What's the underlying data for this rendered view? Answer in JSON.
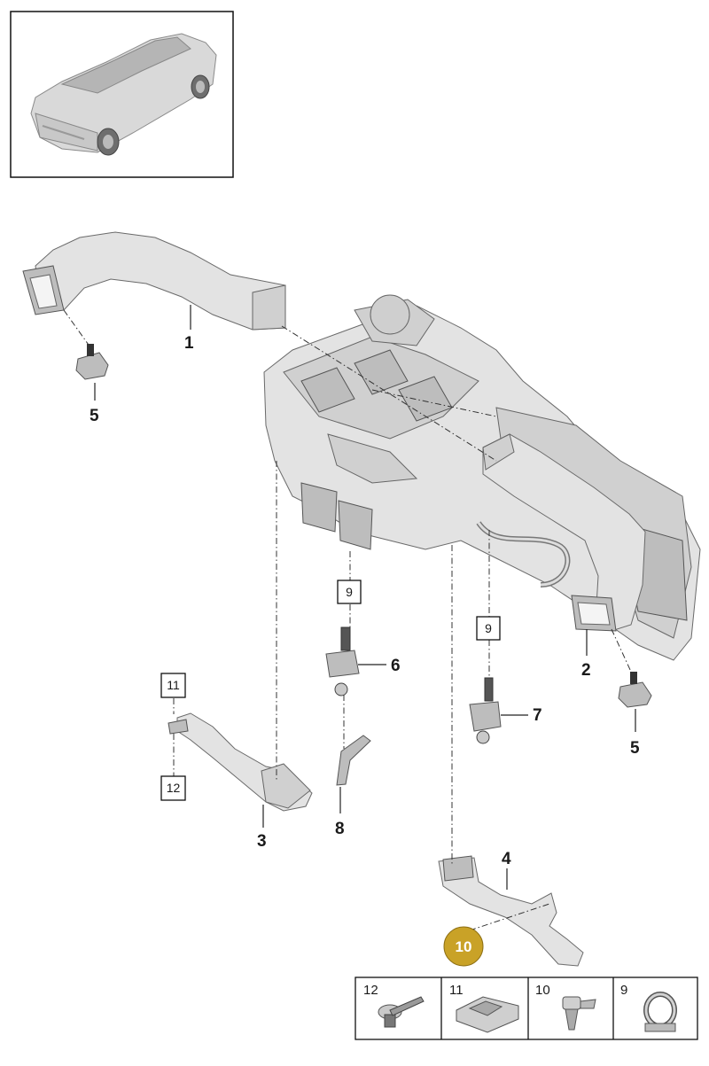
{
  "callouts": {
    "c1": "1",
    "c2": "2",
    "c3": "3",
    "c4": "4",
    "c5a": "5",
    "c5b": "5",
    "c6": "6",
    "c7": "7",
    "c8": "8"
  },
  "boxed_refs": {
    "b9a": "9",
    "b9b": "9",
    "b11": "11",
    "b12": "12"
  },
  "highlight_badge": {
    "label": "10",
    "color": "#c9a227"
  },
  "legend": {
    "items": [
      {
        "label": "12",
        "icon": "screw-icon"
      },
      {
        "label": "11",
        "icon": "clip-nut-icon"
      },
      {
        "label": "10",
        "icon": "expansion-rivet-icon"
      },
      {
        "label": "9",
        "icon": "hose-clamp-icon"
      }
    ]
  }
}
